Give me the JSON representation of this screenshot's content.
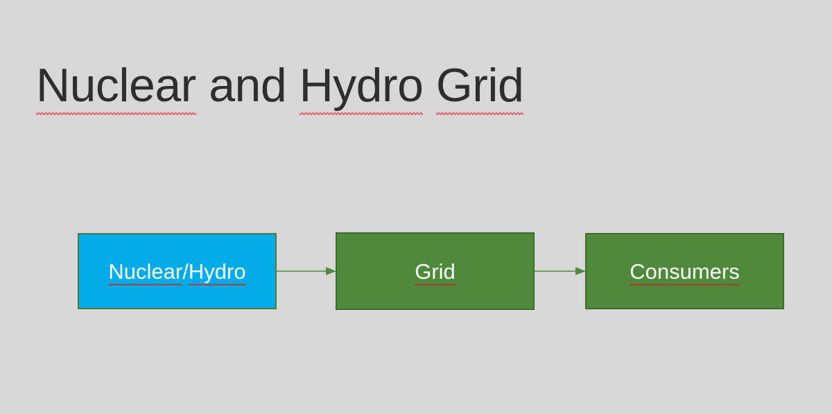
{
  "slide": {
    "title_parts": [
      {
        "text": "Nuclear",
        "misspelled": true
      },
      {
        "text": " and ",
        "misspelled": false
      },
      {
        "text": "Hydro",
        "misspelled": true
      },
      {
        "text": " ",
        "misspelled": false
      },
      {
        "text": "Grid",
        "misspelled": true
      }
    ],
    "title_full": "Nuclear and Hydro Grid",
    "background_color": "#d7d7d7",
    "title_color": "#2e2e2e",
    "spellcheck_underline_color": "#e8505b"
  },
  "diagram": {
    "type": "flowchart",
    "direction": "left-to-right",
    "nodes": [
      {
        "id": "source",
        "label_parts": [
          {
            "text": "Nuclear",
            "misspelled": true
          },
          {
            "text": "/",
            "misspelled": false
          },
          {
            "text": "Hydro",
            "misspelled": true
          }
        ],
        "label": "Nuclear/Hydro",
        "fill_color": "#03ace8",
        "border_color": "#4f7a33",
        "text_color": "#ffffff"
      },
      {
        "id": "grid",
        "label_parts": [
          {
            "text": "Grid",
            "misspelled": true
          }
        ],
        "label": "Grid",
        "fill_color": "#4f8a3c",
        "border_color": "#3d6b2d",
        "text_color": "#ffffff"
      },
      {
        "id": "consumers",
        "label_parts": [
          {
            "text": "Consumers",
            "misspelled": true
          }
        ],
        "label": "Consumers",
        "fill_color": "#4f8a3c",
        "border_color": "#3d6b2d",
        "text_color": "#ffffff"
      }
    ],
    "connectors": [
      {
        "id": "source-to-grid",
        "from": "source",
        "to": "grid",
        "color": "#4f8a3c",
        "arrowhead": "solid-triangle"
      },
      {
        "id": "grid-to-consumers",
        "from": "grid",
        "to": "consumers",
        "color": "#4f8a3c",
        "arrowhead": "solid-triangle"
      }
    ]
  }
}
